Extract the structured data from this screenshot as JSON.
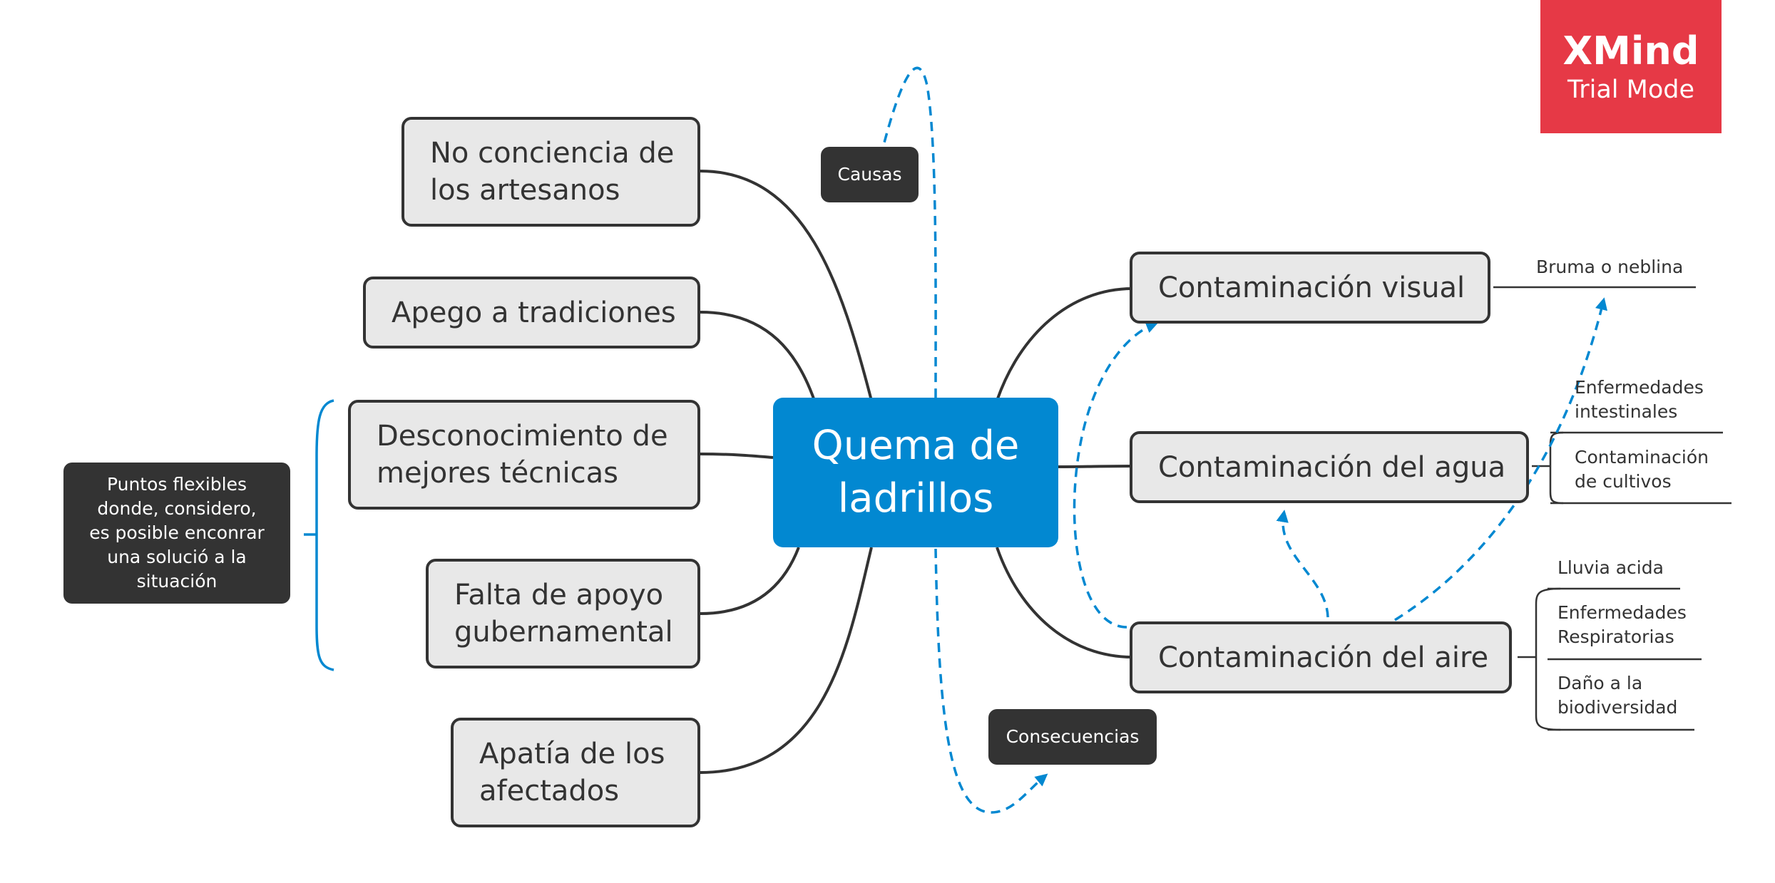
{
  "central_topic": "Quema de\nladrillos",
  "labels": {
    "causes": "Causas",
    "consequences": "Consecuencias"
  },
  "causes": [
    "No conciencia de\nlos artesanos",
    "Apego a tradiciones",
    "Desconocimiento de\nmejores técnicas",
    "Falta de apoyo\ngubernamental",
    "Apatía de los\nafectados"
  ],
  "callout": "Puntos flexibles\ndonde, considero,\nes posible enconrar\nuna solució a la\nsituación",
  "consequences": [
    {
      "label": "Contaminación visual",
      "subtopics": [
        "Bruma o neblina"
      ]
    },
    {
      "label": "Contaminación del agua",
      "subtopics": [
        "Enfermedades\nintestinales",
        "Contaminación\nde cultivos"
      ]
    },
    {
      "label": "Contaminación del aire",
      "subtopics": [
        "Lluvia acida",
        "Enfermedades\nRespiratorias",
        "Daño a la\nbiodiversidad"
      ]
    }
  ],
  "watermark": {
    "brand": "XMind",
    "mode": "Trial Mode"
  },
  "colors": {
    "central": "#0288d1",
    "line": "#333333",
    "dashed": "#0288d1",
    "badge": "#e63946"
  }
}
